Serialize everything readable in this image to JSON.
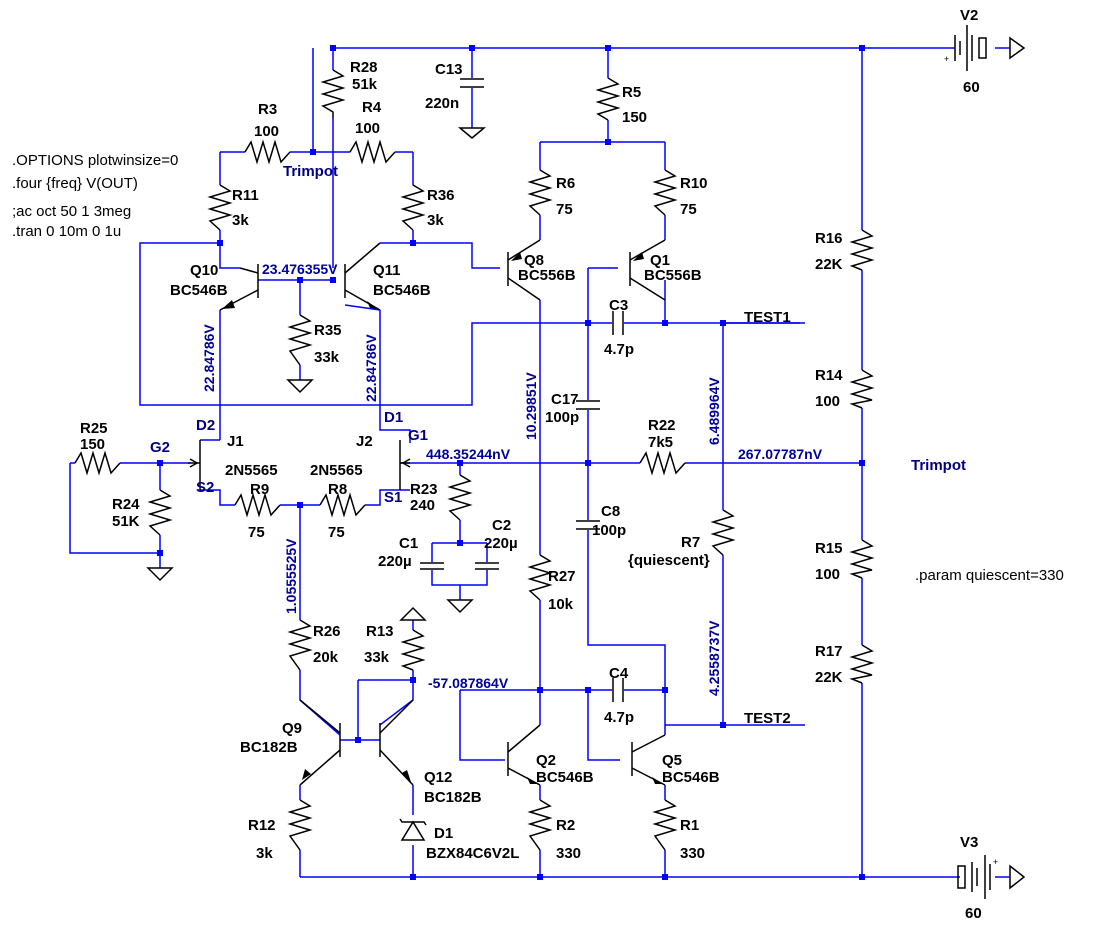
{
  "directives": [
    ".OPTIONS plotwinsize=0",
    ".four {freq} V(OUT)",
    ";ac oct 50 1 3meg",
    ".tran 0 10m 0 1u",
    ".param quiescent=330"
  ],
  "components": {
    "R3": {
      "name": "R3",
      "value": "100"
    },
    "R4": {
      "name": "R4",
      "value": "100"
    },
    "R28": {
      "name": "R28",
      "value": "51k"
    },
    "C13": {
      "name": "C13",
      "value": "220n"
    },
    "R5": {
      "name": "R5",
      "value": "150"
    },
    "R11": {
      "name": "R11",
      "value": "3k"
    },
    "R36": {
      "name": "R36",
      "value": "3k"
    },
    "R6": {
      "name": "R6",
      "value": "75"
    },
    "R10": {
      "name": "R10",
      "value": "75"
    },
    "Q10": {
      "name": "Q10",
      "value": "BC546B"
    },
    "Q11": {
      "name": "Q11",
      "value": "BC546B"
    },
    "Q8": {
      "name": "Q8",
      "value": "BC556B"
    },
    "Q1": {
      "name": "Q1",
      "value": "BC556B"
    },
    "R35": {
      "name": "R35",
      "value": "33k"
    },
    "C3": {
      "name": "C3",
      "value": "4.7p"
    },
    "C17": {
      "name": "C17",
      "value": "100p"
    },
    "R22": {
      "name": "R22",
      "value": "7k5"
    },
    "R25": {
      "name": "R25",
      "value": "150"
    },
    "R24": {
      "name": "R24",
      "value": "51K"
    },
    "J1": {
      "name": "J1",
      "value": "2N5565"
    },
    "J2": {
      "name": "J2",
      "value": "2N5565"
    },
    "R9": {
      "name": "R9",
      "value": "75"
    },
    "R8": {
      "name": "R8",
      "value": "75"
    },
    "R23": {
      "name": "R23",
      "value": "240"
    },
    "C1": {
      "name": "C1",
      "value": "220µ"
    },
    "C2": {
      "name": "C2",
      "value": "220µ"
    },
    "C8": {
      "name": "C8",
      "value": "100p"
    },
    "R7": {
      "name": "R7",
      "value": "{quiescent}"
    },
    "R27": {
      "name": "R27",
      "value": "10k"
    },
    "R26": {
      "name": "R26",
      "value": "20k"
    },
    "R13": {
      "name": "R13",
      "value": "33k"
    },
    "C4": {
      "name": "C4",
      "value": "4.7p"
    },
    "Q9": {
      "name": "Q9",
      "value": "BC182B"
    },
    "Q12": {
      "name": "Q12",
      "value": "BC182B"
    },
    "Q2": {
      "name": "Q2",
      "value": "BC546B"
    },
    "Q5": {
      "name": "Q5",
      "value": "BC546B"
    },
    "R12": {
      "name": "R12",
      "value": "3k"
    },
    "D1": {
      "name": "D1",
      "value": "BZX84C6V2L"
    },
    "R2": {
      "name": "R2",
      "value": "330"
    },
    "R1": {
      "name": "R1",
      "value": "330"
    },
    "R16": {
      "name": "R16",
      "value": "22K"
    },
    "R14": {
      "name": "R14",
      "value": "100"
    },
    "R15": {
      "name": "R15",
      "value": "100"
    },
    "R17": {
      "name": "R17",
      "value": "22K"
    },
    "V2": {
      "name": "V2",
      "value": "60"
    },
    "V3": {
      "name": "V3",
      "value": "60"
    }
  },
  "net_labels": {
    "trimpot_top": "Trimpot",
    "trimpot_right": "Trimpot",
    "test1": "TEST1",
    "test2": "TEST2",
    "g1": "G1",
    "g2": "G2",
    "d1": "D1",
    "d2": "D2",
    "s1": "S1",
    "s2": "S2"
  },
  "voltages": {
    "q10_q11_base": "23.476355V",
    "q10_emitter": "22.84786V",
    "q11_emitter": "22.84786V",
    "q8_collector": "10.29851V",
    "r7_top": "6.489964V",
    "g1_node": "448.35244nV",
    "r22_node": "267.07787nV",
    "source_node": "1.0555525V",
    "q2_collector": "-57.087864V",
    "r7_bottom": "4.2558737V"
  },
  "polarity": {
    "plus": "+"
  }
}
